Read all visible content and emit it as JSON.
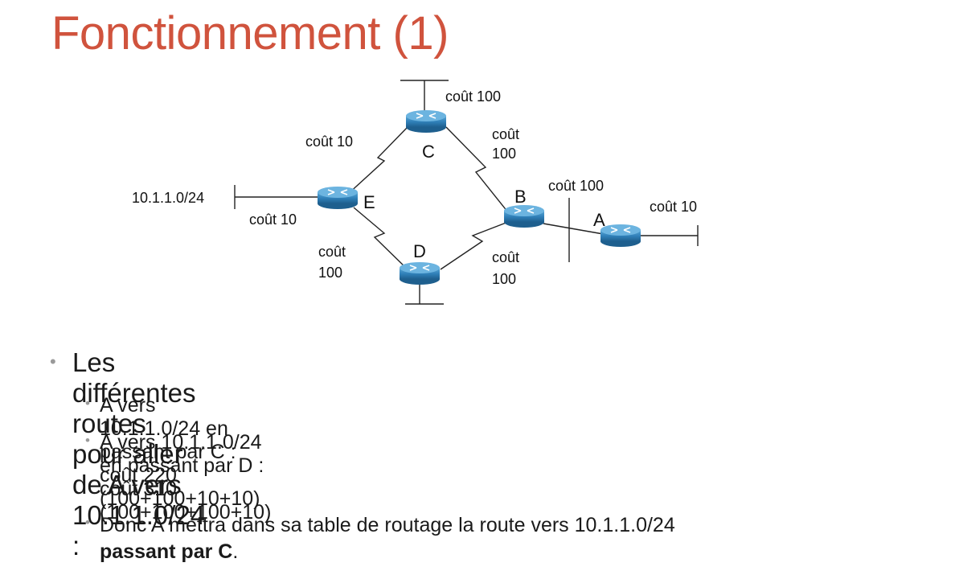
{
  "title": "Fonctionnement (1)",
  "diagram": {
    "nodes": {
      "A": "A",
      "B": "B",
      "C": "C",
      "D": "D",
      "E": "E"
    },
    "network_label": "10.1.1.0/24",
    "costs": {
      "c_stub": "coût 100",
      "ec": "coût 10",
      "cb_line1": "coût",
      "cb_line2": "100",
      "e_stub": "coût 10",
      "ed_line1": "coût",
      "ed_line2": "100",
      "db_line1": "coût",
      "db_line2": "100",
      "ba": "coût 100",
      "a_stub": "coût 10"
    }
  },
  "bullets": {
    "main": "Les différentes routes pour aller de A vers 10.1.1.0/24 :",
    "route_c": "A vers 10.1.1.0/24 en passant par C : coût 220 (100+100+10+10)",
    "route_d": "A vers 10.1.1.0/24 en passant par D : coût 310 (100+100+100+10)",
    "conclusion_line1": "Donc A mettra dans sa table de routage la route vers 10.1.1.0/24",
    "conclusion_bold": "passant par C",
    "conclusion_end": "."
  }
}
